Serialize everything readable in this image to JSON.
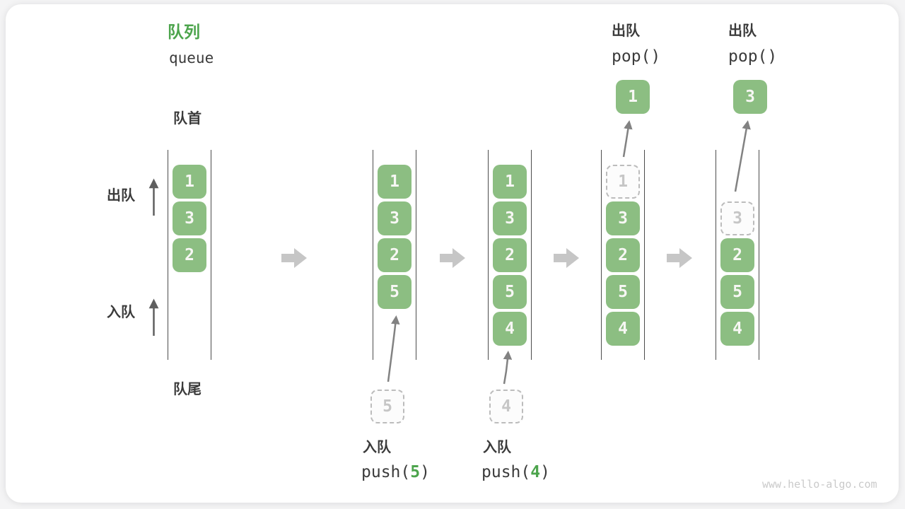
{
  "header": {
    "title_zh": "队列",
    "title_en": "queue"
  },
  "side_labels": {
    "front": "队首",
    "rear": "队尾",
    "dequeue": "出队",
    "enqueue": "入队"
  },
  "states": [
    {
      "name": "initial",
      "slots": [
        {
          "value": "1",
          "style": "solid"
        },
        {
          "value": "3",
          "style": "solid"
        },
        {
          "value": "2",
          "style": "solid"
        }
      ]
    },
    {
      "name": "after-push-5",
      "slots": [
        {
          "value": "1",
          "style": "solid"
        },
        {
          "value": "3",
          "style": "solid"
        },
        {
          "value": "2",
          "style": "solid"
        },
        {
          "value": "5",
          "style": "solid"
        }
      ],
      "enqueue": {
        "label": "入队",
        "code_pre": "push(",
        "code_arg": "5",
        "code_post": ")",
        "pending_value": "5"
      }
    },
    {
      "name": "after-push-4",
      "slots": [
        {
          "value": "1",
          "style": "solid"
        },
        {
          "value": "3",
          "style": "solid"
        },
        {
          "value": "2",
          "style": "solid"
        },
        {
          "value": "5",
          "style": "solid"
        },
        {
          "value": "4",
          "style": "solid"
        }
      ],
      "enqueue": {
        "label": "入队",
        "code_pre": "push(",
        "code_arg": "4",
        "code_post": ")",
        "pending_value": "4"
      }
    },
    {
      "name": "after-pop-1",
      "slots": [
        {
          "value": "1",
          "style": "dashed"
        },
        {
          "value": "3",
          "style": "solid"
        },
        {
          "value": "2",
          "style": "solid"
        },
        {
          "value": "5",
          "style": "solid"
        },
        {
          "value": "4",
          "style": "solid"
        }
      ],
      "dequeue": {
        "label": "出队",
        "code": "pop()",
        "popped_value": "1"
      }
    },
    {
      "name": "after-pop-3",
      "slots": [
        {
          "value": "",
          "style": "empty"
        },
        {
          "value": "3",
          "style": "dashed"
        },
        {
          "value": "2",
          "style": "solid"
        },
        {
          "value": "5",
          "style": "solid"
        },
        {
          "value": "4",
          "style": "solid"
        }
      ],
      "dequeue": {
        "label": "出队",
        "code": "pop()",
        "popped_value": "3"
      }
    }
  ],
  "colors": {
    "box_green": "#8CBE82",
    "title_green": "#4CA44C",
    "text_dark": "#3B3B3B",
    "block_arrow_gray": "#C6C6C6",
    "dashed_gray": "#BCBCBC",
    "column_line": "#4C4C4C",
    "watermark_gray": "#CACACA"
  },
  "watermark": "www.hello-algo.com"
}
